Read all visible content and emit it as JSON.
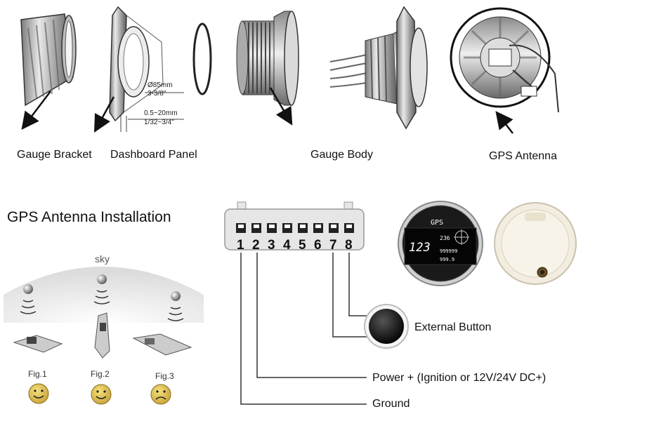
{
  "labels": {
    "gauge_bracket": "Gauge Bracket",
    "dashboard_panel": "Dashboard Panel",
    "gauge_body": "Gauge Body",
    "gps_antenna": "GPS Antenna",
    "installation_title": "GPS Antenna Installation",
    "sky": "sky",
    "fig1": "Fig.1",
    "fig2": "Fig.2",
    "fig3": "Fig.3",
    "external_button": "External Button",
    "power": "Power + (Ignition or 12V/24V DC+)",
    "ground": "Ground"
  },
  "dimensions": {
    "diameter_mm": "Ø85mm",
    "diameter_in": "3-3/8\"",
    "thickness_mm": "0.5~20mm",
    "thickness_in": "1/32~3/4\""
  },
  "connector_pins": [
    "1",
    "2",
    "3",
    "4",
    "5",
    "6",
    "7",
    "8"
  ],
  "gauge_face": {
    "brand": "GPS",
    "speed": "123",
    "heading": "236",
    "odo": "999999",
    "trip": "999.9"
  }
}
